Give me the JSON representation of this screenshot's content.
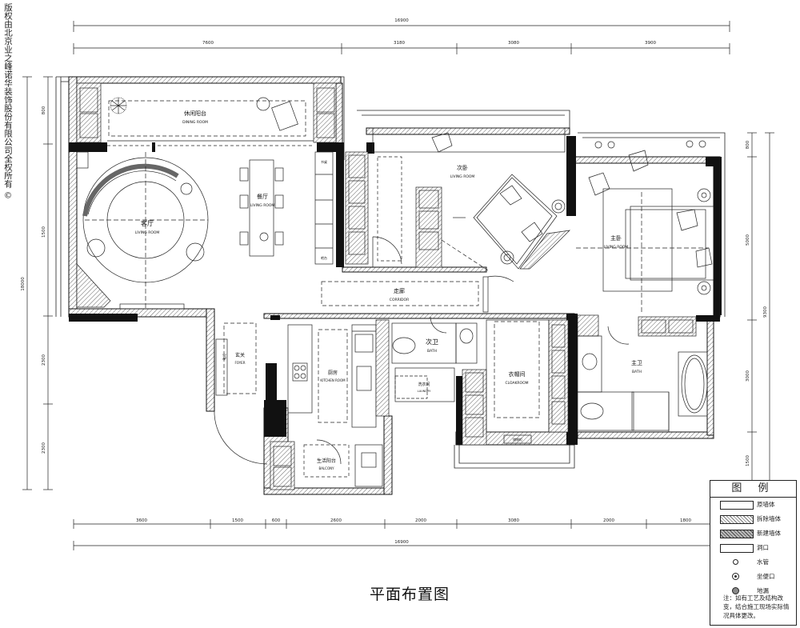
{
  "copyright": "版权由北京业之峰诺华装饰股份有限公司全权所有 ©",
  "title": "平面布置图",
  "dimensions": {
    "top_total": "16900",
    "top": [
      "7600",
      "3180",
      "3080",
      "3900"
    ],
    "bottom": [
      "3600",
      "1500",
      "600",
      "2600",
      "2000",
      "3080",
      "2000",
      "1800"
    ],
    "bottom_total": "16900",
    "left_total": "18000",
    "left": [
      "800",
      "1500",
      "2300",
      "2300"
    ],
    "right_total": "9300",
    "right": [
      "800",
      "5000",
      "3000",
      "1500"
    ]
  },
  "rooms": [
    {
      "cn": "休闲阳台",
      "en": "DINING ROOM"
    },
    {
      "cn": "客厅",
      "en": "LIVING ROOM"
    },
    {
      "cn": "餐厅",
      "en": "LIVING ROOM"
    },
    {
      "cn": "次卧",
      "en": "LIVING ROOM"
    },
    {
      "cn": "主卧",
      "en": "LIVING ROOM"
    },
    {
      "cn": "走廊",
      "en": "CORRIDOR"
    },
    {
      "cn": "玄关",
      "en": "FOYER"
    },
    {
      "cn": "厨房",
      "en": "KITCHEN ROOM"
    },
    {
      "cn": "次卫",
      "en": "BATH"
    },
    {
      "cn": "洗衣间",
      "en": "LAUNDRY"
    },
    {
      "cn": "衣帽间",
      "en": "CLOAKROOM"
    },
    {
      "cn": "主卫",
      "en": "BATH"
    },
    {
      "cn": "生活阳台",
      "en": "BALCONY"
    }
  ],
  "small_labels": {
    "shoe_cabinet": "鞋柜",
    "study_desk": "书桌",
    "bar": "吧台",
    "storage": "储物柜"
  },
  "legend": {
    "title": "图 例",
    "items": [
      "原墙体",
      "拆除墙体",
      "新建墙体",
      "洞口",
      "水管",
      "坐便口",
      "地漏"
    ],
    "note": "注：如有工艺及结构改变，结合施工现场实际情况具体更改。"
  }
}
